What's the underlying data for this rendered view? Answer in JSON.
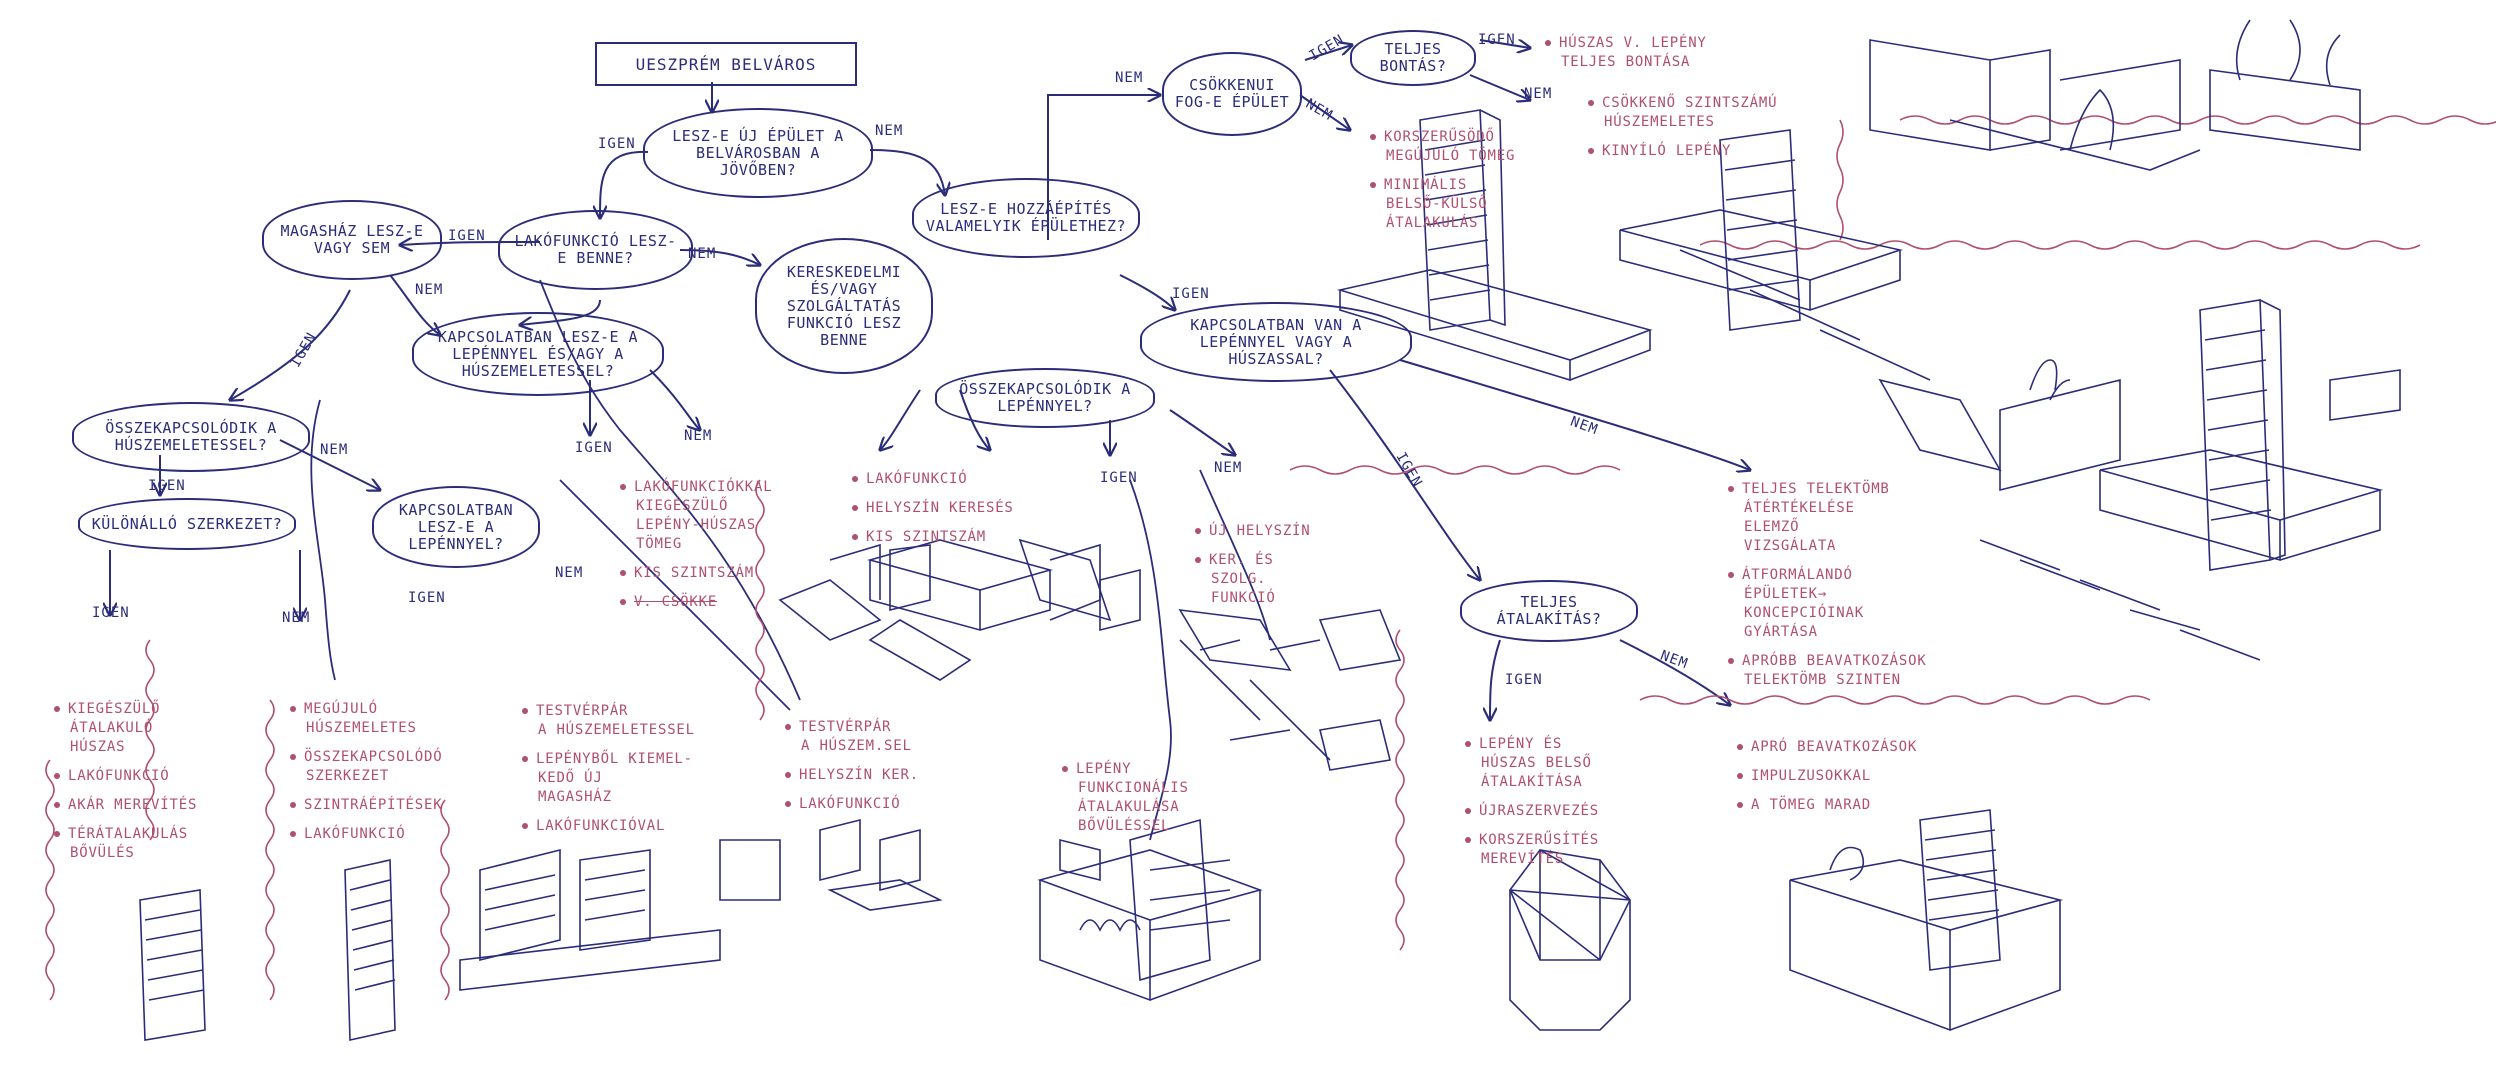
{
  "colors": {
    "ink": "#2b2d7a",
    "note": "#b0506f",
    "paper": "#ffffff"
  },
  "title": "UESZPRÉM BELVÁROS",
  "nodes": {
    "q_new_building": "LESZ-E ÚJ ÉPÜLET A BELVÁROSBAN A JÖVŐBEN?",
    "q_residential": "LAKÓFUNKCIÓ LESZ-E BENNE?",
    "q_highrise": "MAGASHÁZ LESZ-E VAGY SEM",
    "q_commercial": "KERESKEDELMI ÉS/VAGY SZOLGÁLTATÁS FUNKCIÓ LESZ BENNE",
    "q_link_podium_tower": "KAPCSOLATBAN LESZ-E A LEPÉNNYEL ÉS/AGY A HÚSZEMELETESSEL?",
    "q_connect_tower": "ÖSSZEKAPCSOLÓDIK A HÚSZEMELETESSEL?",
    "q_separate": "KÜLÖNÁLLÓ SZERKEZET?",
    "q_link_podium": "KAPCSOLATBAN LESZ-E A LEPÉNNYEL?",
    "q_extension": "LESZ-E HOZZÁÉPÍTÉS VALAMELYIK ÉPÜLETHEZ?",
    "q_reduce": "CSÖKKENUI FOG-E ÉPÜLET",
    "q_full_demolition": "TELJES BONTÁS?",
    "q_connect_podium": "ÖSSZEKAPCSOLÓDIK A LEPÉNNYEL?",
    "q_podium_or_tower": "KAPCSOLATBAN VAN A LEPÉNNYEL VAGY A HÚSZASSAL?",
    "q_full_remodel": "TELJES ÁTALAKÍTÁS?"
  },
  "edges": {
    "nem_1": "NEM",
    "igen_1": "IGEN",
    "igen_2": "IGEN",
    "nem_2": "NEM",
    "nem_3": "NEM",
    "igen_3": "IGEN",
    "nem_4": "NEM",
    "igen_4": "IGEN",
    "igen_5": "IGEN",
    "nem_5": "NEM",
    "igen_6": "IGEN",
    "nem_6": "NEM",
    "nem_7": "NEM",
    "igen_7": "IGEN",
    "nem_8": "NEM",
    "igen_8": "IGEN",
    "nem_9": "NEM",
    "igen_9": "IGEN",
    "igen_10": "IGEN",
    "nem_10": "NEM",
    "igen_11": "IGEN",
    "nem_11": "NEM",
    "igen_12": "IGEN",
    "nem_12": "NEM",
    "igen_13": "IGEN",
    "nem_13": "NEM"
  },
  "notes": {
    "demolition": [
      [
        "HÚSZAS V. LEPÉNY",
        "TELJES BONTÁSA"
      ]
    ],
    "reduce_no": [
      [
        "CSÖKKENŐ SZINTSZÁMÚ",
        "HÚSZEMELETES"
      ],
      [
        "KINYÍLÓ LEPÉNY"
      ]
    ],
    "reduce_yes": [
      [
        "KORSZERŰSÖDŐ",
        "MEGÚJULÓ TÖMEG"
      ],
      [
        "MINIMÁLIS",
        "BELSŐ-KÜLSŐ",
        "ÁTALAKULÁS"
      ]
    ],
    "residential_yes": [
      [
        "LAKÓFUNKCIÓKKAL",
        "KIEGÉSZÜLŐ",
        "LEPÉNY-HÚSZAS",
        "TÖMEG"
      ],
      [
        "KIS SZINTSZÁM"
      ],
      [
        "V. CSÖKKE"
      ]
    ],
    "residential_no": [
      [
        "LAKÓFUNKCIÓ"
      ],
      [
        "HELYSZÍN KERESÉS"
      ],
      [
        "KIS SZINTSZÁM"
      ]
    ],
    "col1": [
      [
        "KIEGÉSZÜLŐ",
        "ÁTALAKULÓ",
        "HÚSZAS"
      ],
      [
        "LAKÓFUNKCIÓ"
      ],
      [
        "AKÁR MEREVÍTÉS"
      ],
      [
        "TÉRÁTALAKULÁS",
        "BŐVÜLÉS"
      ]
    ],
    "col2": [
      [
        "MEGÚJULÓ",
        "HÚSZEMELETES"
      ],
      [
        "ÖSSZEKAPCSOLÓDÓ",
        "SZERKEZET"
      ],
      [
        "SZINTRÁÉPÍTÉSEK"
      ],
      [
        "LAKÓFUNKCIÓ"
      ]
    ],
    "col3": [
      [
        "TESTVÉRPÁR",
        "A HÚSZEMELETESSEL"
      ],
      [
        "LEPÉNYBŐL KIEMEL-",
        "KEDŐ ÚJ",
        "MAGASHÁZ"
      ],
      [
        "LAKÓFUNKCIÓVAL"
      ]
    ],
    "col4": [
      [
        "TESTVÉRPÁR",
        "A HÚSZEM.SEL"
      ],
      [
        "HELYSZÍN KER."
      ],
      [
        "LAKÓFUNKCIÓ"
      ]
    ],
    "podium_yes": [
      [
        "LEPÉNY",
        "FUNKCIONÁLIS",
        "ÁTALAKULÁSA",
        "BŐVÜLÉSSEL"
      ]
    ],
    "podium_no": [
      [
        "ÚJ HELYSZÍN"
      ],
      [
        "KER. ÉS",
        "SZOLG.",
        "FUNKCIÓ"
      ]
    ],
    "block": [
      [
        "TELJES TELEKTÖMB",
        "ÁTÉRTÉKELÉSE",
        "ELEMZŐ",
        "VIZSGÁLATA"
      ],
      [
        "ÁTFORMÁLANDÓ",
        "ÉPÜLETEK→",
        "KONCEPCIÓINAK",
        "GYÁRTÁSA"
      ],
      [
        "APRÓBB BEAVATKOZÁSOK",
        "TELEKTÖMB SZINTEN"
      ]
    ],
    "remodel_yes": [
      [
        "LEPÉNY ÉS",
        "HÚSZAS BELSŐ",
        "ÁTALAKÍTÁSA"
      ],
      [
        "ÚJRASZERVEZÉS"
      ],
      [
        "KORSZERŰSÍTÉS",
        "MEREVÍTÉS"
      ]
    ],
    "remodel_no": [
      [
        "APRÓ BEAVATKOZÁSOK"
      ],
      [
        "IMPULZUSOKKAL"
      ],
      [
        "A TÖMEG MARAD"
      ]
    ]
  }
}
